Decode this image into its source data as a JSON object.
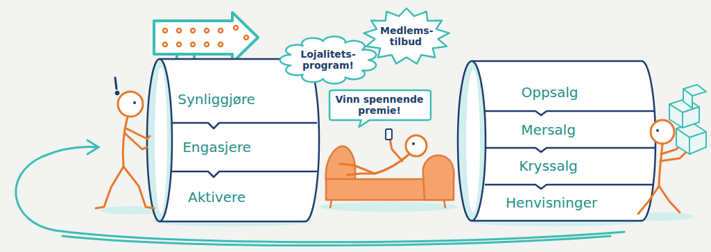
{
  "diagram": {
    "nodes": [
      {
        "text": [
          "Synliggjøre"
        ]
      },
      {
        "text": [
          "Engasjere"
        ]
      },
      {
        "text": [
          "Aktivere"
        ]
      },
      {
        "text": [
          "Lojalitets- program!"
        ]
      },
      {
        "text": [
          "Medlems- tilbud"
        ]
      },
      {
        "text": [
          "Vinn spennende premie!"
        ]
      },
      {
        "text": [
          "Oppsalg"
        ]
      },
      {
        "text": [
          "Mersalg"
        ]
      },
      {
        "text": [
          "Kryssalg"
        ]
      },
      {
        "text": [
          "Henvisninger"
        ]
      }
    ]
  }
}
